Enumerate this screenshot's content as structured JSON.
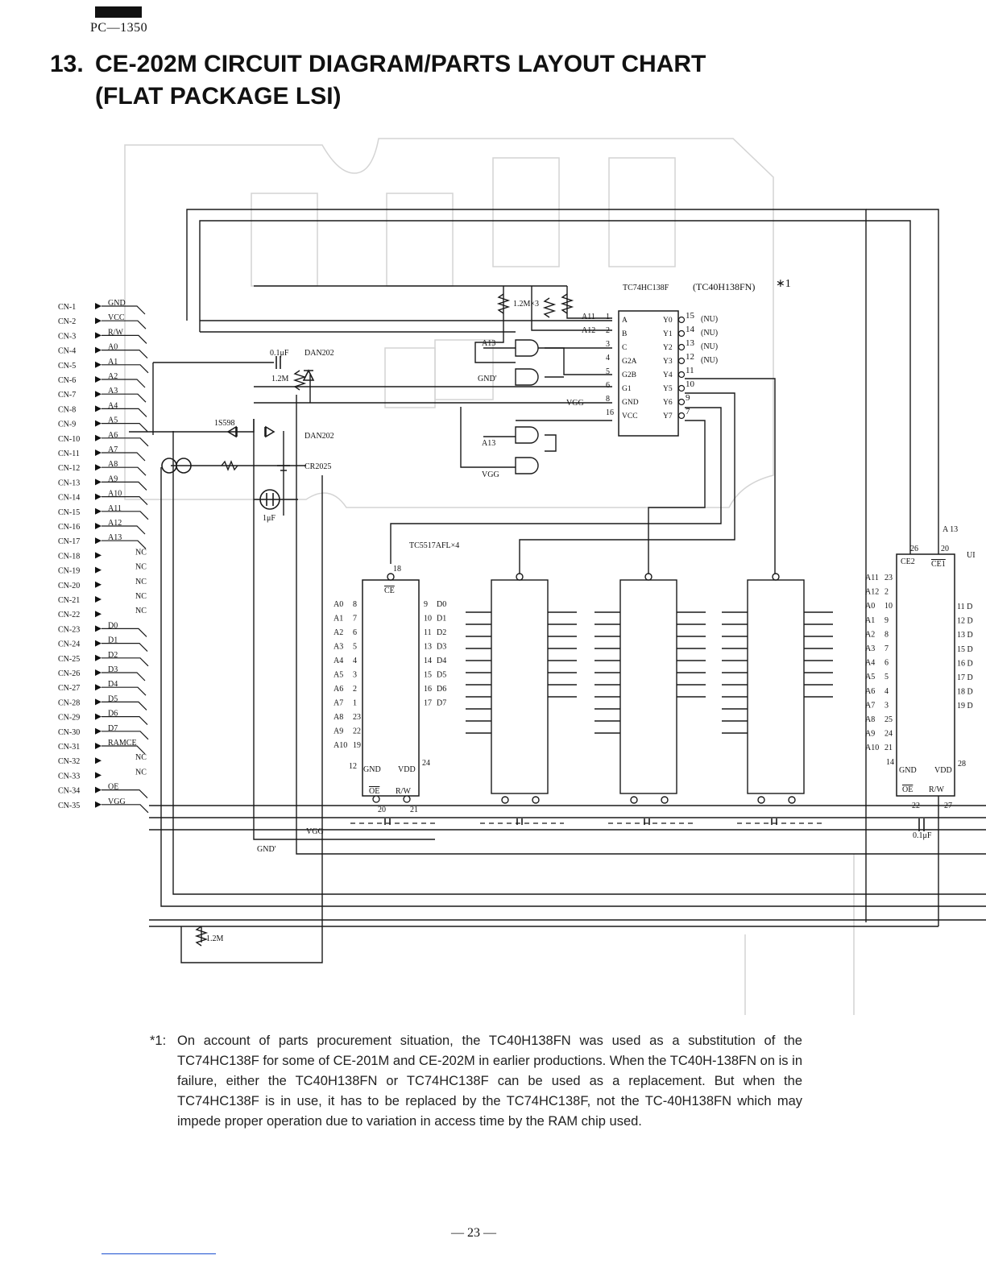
{
  "header": {
    "model": "PC—1350"
  },
  "title": {
    "number": "13.",
    "line1": "CE-202M CIRCUIT DIAGRAM/PARTS LAYOUT CHART",
    "line2": "(FLAT PACKAGE LSI)"
  },
  "connector": {
    "pins": [
      {
        "pin": "CN-1",
        "signal": "GND"
      },
      {
        "pin": "CN-2",
        "signal": "VCC"
      },
      {
        "pin": "CN-3",
        "signal": "R/W"
      },
      {
        "pin": "CN-4",
        "signal": "A0"
      },
      {
        "pin": "CN-5",
        "signal": "A1"
      },
      {
        "pin": "CN-6",
        "signal": "A2"
      },
      {
        "pin": "CN-7",
        "signal": "A3"
      },
      {
        "pin": "CN-8",
        "signal": "A4"
      },
      {
        "pin": "CN-9",
        "signal": "A5"
      },
      {
        "pin": "CN-10",
        "signal": "A6"
      },
      {
        "pin": "CN-11",
        "signal": "A7"
      },
      {
        "pin": "CN-12",
        "signal": "A8"
      },
      {
        "pin": "CN-13",
        "signal": "A9"
      },
      {
        "pin": "CN-14",
        "signal": "A10"
      },
      {
        "pin": "CN-15",
        "signal": "A11"
      },
      {
        "pin": "CN-16",
        "signal": "A12"
      },
      {
        "pin": "CN-17",
        "signal": "A13"
      },
      {
        "pin": "CN-18",
        "signal": "NC"
      },
      {
        "pin": "CN-19",
        "signal": "NC"
      },
      {
        "pin": "CN-20",
        "signal": "NC"
      },
      {
        "pin": "CN-21",
        "signal": "NC"
      },
      {
        "pin": "CN-22",
        "signal": "NC"
      },
      {
        "pin": "CN-23",
        "signal": "D0"
      },
      {
        "pin": "CN-24",
        "signal": "D1"
      },
      {
        "pin": "CN-25",
        "signal": "D2"
      },
      {
        "pin": "CN-26",
        "signal": "D3"
      },
      {
        "pin": "CN-27",
        "signal": "D4"
      },
      {
        "pin": "CN-28",
        "signal": "D5"
      },
      {
        "pin": "CN-29",
        "signal": "D6"
      },
      {
        "pin": "CN-30",
        "signal": "D7"
      },
      {
        "pin": "CN-31",
        "signal": "RAMCE"
      },
      {
        "pin": "CN-32",
        "signal": "NC"
      },
      {
        "pin": "CN-33",
        "signal": "NC"
      },
      {
        "pin": "CN-34",
        "signal": "OE"
      },
      {
        "pin": "CN-35",
        "signal": "VGG"
      }
    ]
  },
  "components": {
    "r1": "1.2M×3",
    "r2": "1.2M",
    "r3": "1.2M",
    "c1": "0.1μF",
    "c2": "1μF",
    "c3": "0.1μF",
    "d1": "DAN202",
    "d2": "DAN202",
    "d3": "1S598",
    "battery": "CR2025",
    "decoder": "TC74HC138F",
    "decoder_alt": "(TC40H138FN)",
    "decoder_mark": "∗1",
    "ram": "TC5517AFL×4"
  },
  "net_labels": {
    "a11": "A11",
    "a12": "A12",
    "a13a": "A13",
    "gndp": "GND′",
    "a13b": "A13",
    "vgg1": "VGG",
    "vgg2": "VGG",
    "vgg3": "VGG",
    "gndp2": "GND′",
    "a13c": "A 13",
    "ul": "UI"
  },
  "decoder_pins": {
    "left": [
      {
        "n": "1",
        "name": "A"
      },
      {
        "n": "2",
        "name": "B"
      },
      {
        "n": "3",
        "name": "C"
      },
      {
        "n": "4",
        "name": "G2A"
      },
      {
        "n": "5",
        "name": "G2B"
      },
      {
        "n": "6",
        "name": "G1"
      },
      {
        "n": "8",
        "name": "GND"
      },
      {
        "n": "16",
        "name": "VCC"
      }
    ],
    "right": [
      {
        "n": "15",
        "name": "Y0",
        "note": "(NU)"
      },
      {
        "n": "14",
        "name": "Y1",
        "note": "(NU)"
      },
      {
        "n": "13",
        "name": "Y2",
        "note": "(NU)"
      },
      {
        "n": "12",
        "name": "Y3",
        "note": "(NU)"
      },
      {
        "n": "11",
        "name": "Y4",
        "note": ""
      },
      {
        "n": "10",
        "name": "Y5",
        "note": ""
      },
      {
        "n": "9",
        "name": "Y6",
        "note": ""
      },
      {
        "n": "7",
        "name": "Y7",
        "note": ""
      }
    ]
  },
  "ram1": {
    "ce_pin": "18",
    "ce": "CE",
    "left": [
      {
        "sig": "A0",
        "pin": "8"
      },
      {
        "sig": "A1",
        "pin": "7"
      },
      {
        "sig": "A2",
        "pin": "6"
      },
      {
        "sig": "A3",
        "pin": "5"
      },
      {
        "sig": "A4",
        "pin": "4"
      },
      {
        "sig": "A5",
        "pin": "3"
      },
      {
        "sig": "A6",
        "pin": "2"
      },
      {
        "sig": "A7",
        "pin": "1"
      },
      {
        "sig": "A8",
        "pin": "23"
      },
      {
        "sig": "A9",
        "pin": "22"
      },
      {
        "sig": "A10",
        "pin": "19"
      }
    ],
    "right": [
      {
        "pin": "9",
        "sig": "D0"
      },
      {
        "pin": "10",
        "sig": "D1"
      },
      {
        "pin": "11",
        "sig": "D2"
      },
      {
        "pin": "13",
        "sig": "D3"
      },
      {
        "pin": "14",
        "sig": "D4"
      },
      {
        "pin": "15",
        "sig": "D5"
      },
      {
        "pin": "16",
        "sig": "D6"
      },
      {
        "pin": "17",
        "sig": "D7"
      }
    ],
    "gnd_pin": "12",
    "gnd": "GND",
    "vdd_pin": "24",
    "vdd": "VDD",
    "oe": "OE",
    "rw": "R/W",
    "oe_pin": "20",
    "rw_pin": "21"
  },
  "ram5": {
    "ce2_pin": "26",
    "ce1_pin": "20",
    "ce2": "CE2",
    "ce1": "CE1",
    "left": [
      {
        "sig": "A11",
        "pin": "23"
      },
      {
        "sig": "A12",
        "pin": "2"
      },
      {
        "sig": "A0",
        "pin": "10"
      },
      {
        "sig": "A1",
        "pin": "9"
      },
      {
        "sig": "A2",
        "pin": "8"
      },
      {
        "sig": "A3",
        "pin": "7"
      },
      {
        "sig": "A4",
        "pin": "6"
      },
      {
        "sig": "A5",
        "pin": "5"
      },
      {
        "sig": "A6",
        "pin": "4"
      },
      {
        "sig": "A7",
        "pin": "3"
      },
      {
        "sig": "A8",
        "pin": "25"
      },
      {
        "sig": "A9",
        "pin": "24"
      },
      {
        "sig": "A10",
        "pin": "21"
      }
    ],
    "right": [
      "11 D",
      "12 D",
      "13 D",
      "15 D",
      "16 D",
      "17 D",
      "18 D",
      "19 D"
    ],
    "gnd_pin": "14",
    "gnd": "GND",
    "vdd": "VDD",
    "vdd_pin": "28",
    "oe": "OE",
    "rw": "R/W",
    "oe_pin": "22",
    "rw_pin": "27"
  },
  "footnote": {
    "mark": "*1:",
    "text": "On account of parts procurement situation, the TC40H138FN was used as a substitution of the TC74HC138F for some of CE-201M and CE-202M in earlier productions. When the TC40H-138FN on is in failure, either the TC40H138FN or TC74HC138F can be used as a replacement. But when the TC74HC138F is in use, it has to be replaced by the TC74HC138F, not the TC-40H138FN which may impede proper operation due to variation in access time by the RAM chip used."
  },
  "page_number": "— 23 —"
}
